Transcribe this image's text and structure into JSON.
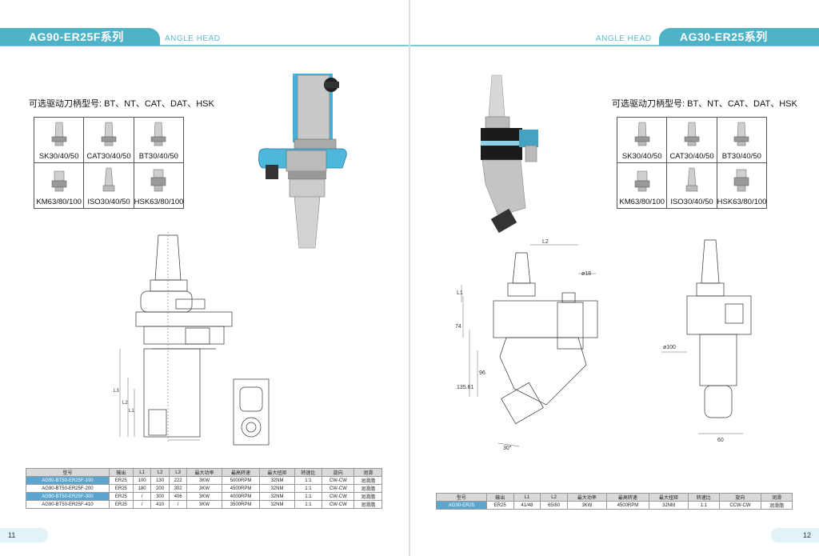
{
  "left": {
    "series_title": "AG90-ER25F系列",
    "subtitle": "ANGLE HEAD",
    "holder_caption": "可选驱动刀柄型号: BT、NT、CAT、DAT、HSK",
    "holders": [
      "SK30/40/50",
      "CAT30/40/50",
      "BT30/40/50",
      "KM63/80/100",
      "ISO30/40/50",
      "HSK63/80/100"
    ],
    "table": {
      "headers": [
        "型号",
        "输出",
        "L1",
        "L2",
        "L3",
        "最大功率",
        "最高转速",
        "最大扭矩",
        "转速比",
        "旋向",
        "润滑"
      ],
      "rows": [
        [
          "AG90-BT50-ER25F-100",
          "ER25",
          "100",
          "130",
          "222",
          "3KW",
          "5000RPM",
          "32NM",
          "1:1",
          "CW-CW",
          "润滑脂"
        ],
        [
          "AG90-BT50-ER25F-200",
          "ER25",
          "180",
          "200",
          "302",
          "3KW",
          "4500RPM",
          "32NM",
          "1:1",
          "CW-CW",
          "润滑脂"
        ],
        [
          "AG90-BT50-ER25F-300",
          "ER25",
          "/",
          "300",
          "406",
          "3KW",
          "4000RPM",
          "32NM",
          "1:1",
          "CW-CW",
          "润滑脂"
        ],
        [
          "AG90-BT50-ER25F-410",
          "ER25",
          "/",
          "410",
          "/",
          "3KW",
          "3500RPM",
          "32NM",
          "1:1",
          "CW-CW",
          "润滑脂"
        ]
      ]
    },
    "page_number": "11",
    "dims": [
      "L3",
      "L2",
      "L1"
    ]
  },
  "right": {
    "series_title": "AG30-ER25系列",
    "subtitle": "ANGLE HEAD",
    "holder_caption": "可选驱动刀柄型号: BT、NT、CAT、DAT、HSK",
    "holders": [
      "SK30/40/50",
      "CAT30/40/50",
      "BT30/40/50",
      "KM63/80/100",
      "ISO30/40/50",
      "HSK63/80/100"
    ],
    "table": {
      "headers": [
        "型号",
        "输出",
        "L1",
        "L2",
        "最大功率",
        "最高转速",
        "最大扭矩",
        "转速比",
        "旋向",
        "润滑"
      ],
      "rows": [
        [
          "AG30-ER25",
          "ER25",
          "41/48",
          "65/80",
          "3KW",
          "4500RPM",
          "32NM",
          "1:1",
          "CCW-CW",
          "润滑脂"
        ]
      ]
    },
    "page_number": "12",
    "dims": {
      "l2": "L2",
      "l1": "L1",
      "d18": "ø18",
      "d74": "74",
      "d96": "96",
      "d135": "135.61",
      "angle": "30°",
      "d100": "ø100",
      "d60": "60"
    }
  },
  "colors": {
    "accent": "#4fb3c8",
    "header_line": "#7ec9d6",
    "table_highlight": "#5aa6cf",
    "part_blue": "#4db8dc"
  }
}
